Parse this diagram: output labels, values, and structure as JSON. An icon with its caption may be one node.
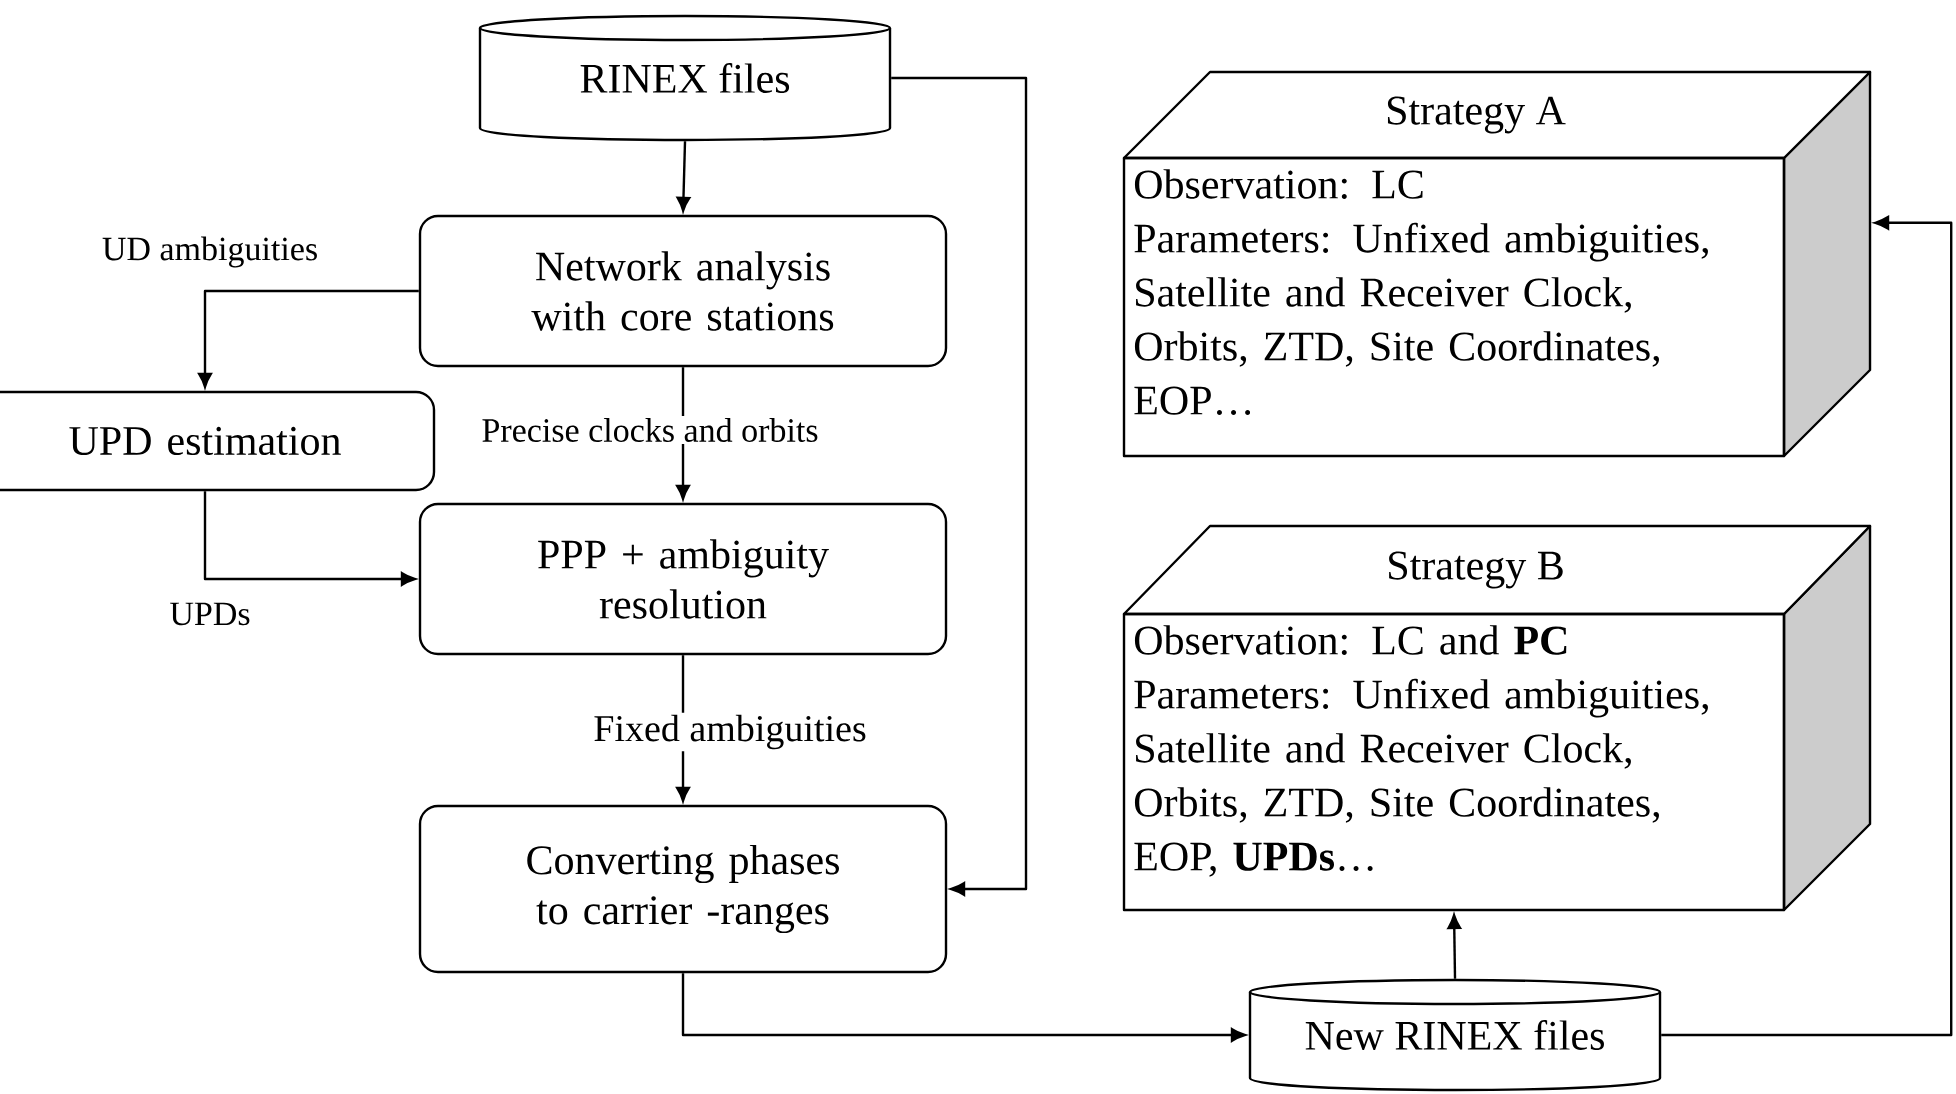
{
  "diagram": {
    "nodes": [
      {
        "text": [
          "RINEX files"
        ]
      },
      {
        "text": [
          "Network analysis with core stations"
        ]
      },
      {
        "text": [
          "UPD estimation"
        ]
      },
      {
        "text": [
          "PPP + ambiguity resolution"
        ]
      },
      {
        "text": [
          "Converting phases to carrier -ranges"
        ]
      },
      {
        "text": [
          "Strategy A",
          "Observation: LC",
          "Parameters: Unfixed ambiguities, Satellite and Receiver Clock, Orbits, ZTD, Site Coordinates, EOP…"
        ]
      },
      {
        "text": [
          "Strategy B",
          "Observation: LC and **PC**",
          "Parameters: Unfixed ambiguities, Satellite and Receiver Clock, Orbits, ZTD, Site Coordinates, EOP, **UPDs**…"
        ]
      },
      {
        "text": [
          "New RINEX files"
        ]
      }
    ],
    "edges": [
      {
        "from": 0,
        "to": 1,
        "arrow": "to"
      },
      {
        "from": 1,
        "to": 2,
        "arrow": "to",
        "label": "UD ambiguities"
      },
      {
        "from": 1,
        "to": 3,
        "arrow": "to",
        "label": "Precise clocks and orbits"
      },
      {
        "from": 2,
        "to": 3,
        "arrow": "to",
        "label": "UPDs"
      },
      {
        "from": 3,
        "to": 4,
        "arrow": "to",
        "label": "Fixed ambiguities"
      },
      {
        "from": 0,
        "to": 4,
        "arrow": "to"
      },
      {
        "from": 4,
        "to": 7,
        "arrow": "to"
      },
      {
        "from": 7,
        "to": 6,
        "arrow": "to"
      },
      {
        "from": 7,
        "to": 5,
        "arrow": "to"
      }
    ]
  }
}
